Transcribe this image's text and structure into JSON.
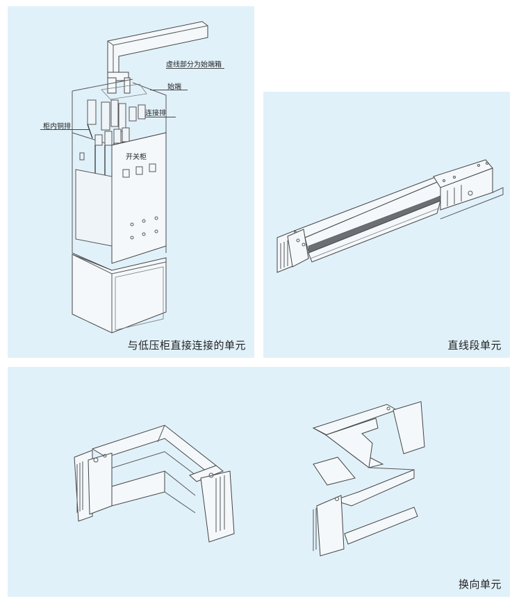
{
  "panels": [
    {
      "id": "cabinet-unit",
      "caption": "与低压柜直接连接的单元",
      "annotations": {
        "dashed_part": "虚线部分为始端箱",
        "start_end": "始端",
        "connection_bar": "连接排",
        "cabinet_copper_bar": "柜内铜排",
        "switch_cabinet": "开关柜"
      }
    },
    {
      "id": "straight-unit",
      "caption": "直线段单元"
    },
    {
      "id": "direction-change-unit",
      "caption": "换向单元"
    }
  ],
  "colors": {
    "panel_background": "#e1f1fa",
    "line": "#444444",
    "text": "#222222"
  }
}
